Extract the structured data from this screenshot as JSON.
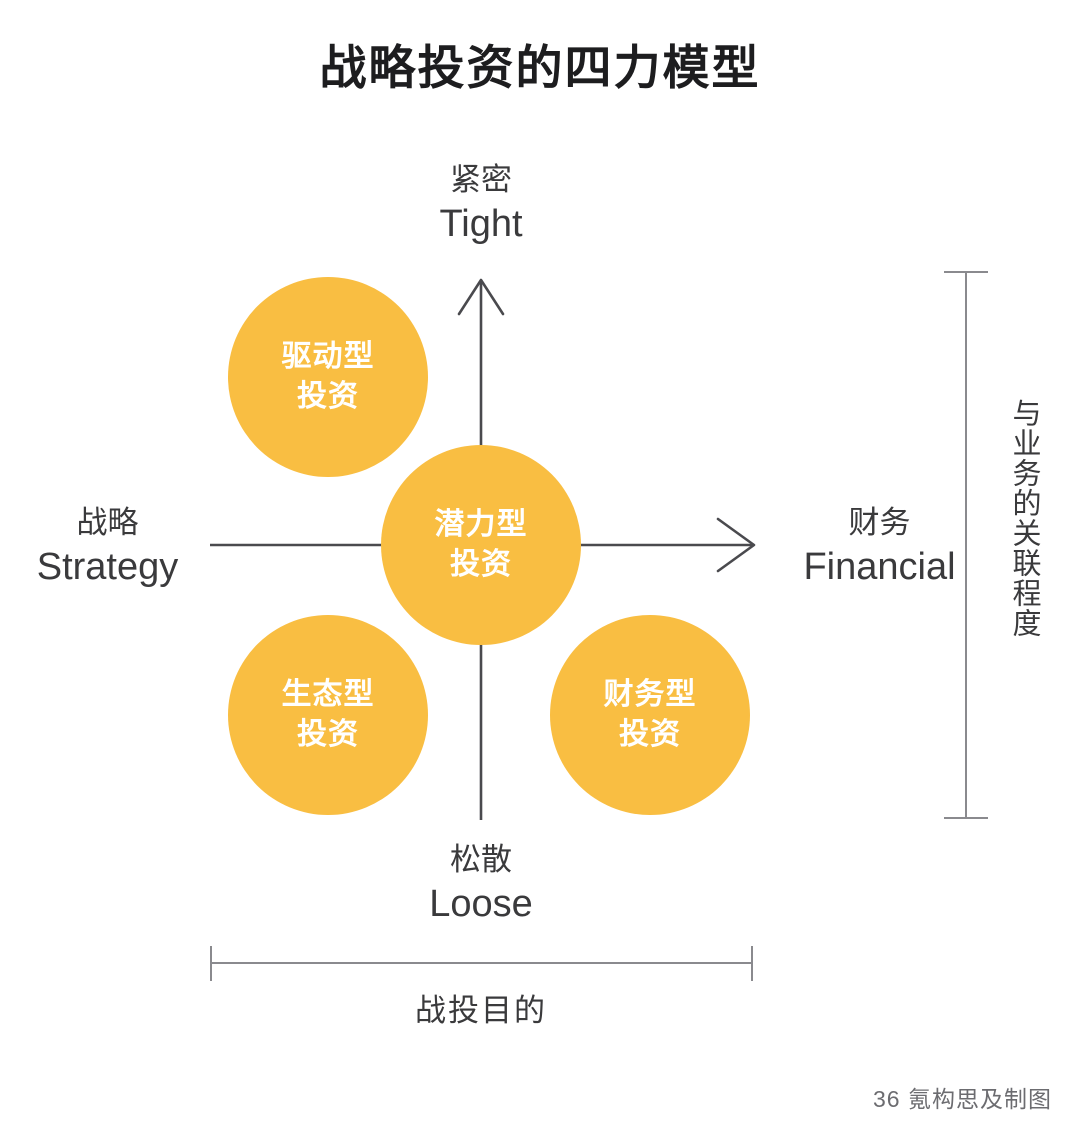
{
  "page": {
    "title": "战略投资的四力模型",
    "background_color": "#ffffff",
    "accent_color": "#f9be42",
    "line_color": "#4a4a4e",
    "text_color": "#3a3a3c"
  },
  "axes": {
    "top": {
      "cn": "紧密",
      "en": "Tight"
    },
    "bottom": {
      "cn": "松散",
      "en": "Loose"
    },
    "left": {
      "cn": "战略",
      "en": "Strategy"
    },
    "right": {
      "cn": "财务",
      "en": "Financial"
    }
  },
  "brackets": {
    "vertical_right": "与业务的关联程度",
    "horizontal_bottom": "战投目的"
  },
  "bubbles": [
    {
      "id": "driver",
      "line1": "驱动型",
      "line2": "投资",
      "quadrant": "top-left"
    },
    {
      "id": "potential",
      "line1": "潜力型",
      "line2": "投资",
      "quadrant": "center"
    },
    {
      "id": "eco",
      "line1": "生态型",
      "line2": "投资",
      "quadrant": "bottom-left"
    },
    {
      "id": "financial",
      "line1": "财务型",
      "line2": "投资",
      "quadrant": "bottom-right"
    }
  ],
  "credit": "36 氪构思及制图",
  "chart_data": {
    "type": "scatter",
    "title": "战略投资的四力模型",
    "xlabel": "战投目的",
    "ylabel": "与业务的关联程度",
    "x_axis": {
      "left_label_cn": "战略",
      "left_label_en": "Strategy",
      "right_label_cn": "财务",
      "right_label_en": "Financial"
    },
    "y_axis": {
      "bottom_label_cn": "松散",
      "bottom_label_en": "Loose",
      "top_label_cn": "紧密",
      "top_label_en": "Tight"
    },
    "grid": false,
    "legend": "none",
    "points": [
      {
        "label": "驱动型投资",
        "x": -1,
        "y": 1,
        "size": 200,
        "color": "#f9be42"
      },
      {
        "label": "潜力型投资",
        "x": 0,
        "y": 0,
        "size": 200,
        "color": "#f9be42"
      },
      {
        "label": "生态型投资",
        "x": -1,
        "y": -1,
        "size": 200,
        "color": "#f9be42"
      },
      {
        "label": "财务型投资",
        "x": 1,
        "y": -1,
        "size": 200,
        "color": "#f9be42"
      }
    ]
  }
}
